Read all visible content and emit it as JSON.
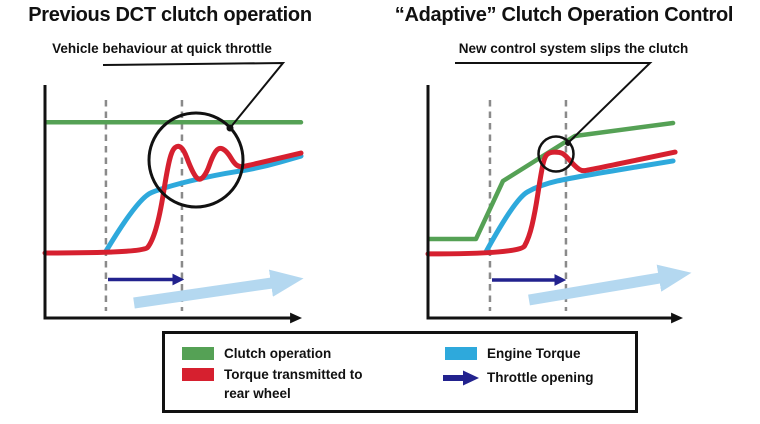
{
  "figure": {
    "background": "#ffffff"
  },
  "panels": [
    {
      "id": "previous-dct",
      "title": "Previous DCT clutch operation",
      "subtitle": "Vehicle behaviour at quick throttle"
    },
    {
      "id": "adaptive",
      "title": "“Adaptive” Clutch Operation Control",
      "subtitle": "New control system slips the clutch"
    }
  ],
  "legend": {
    "items": [
      {
        "id": "clutch-operation",
        "label": "Clutch operation",
        "color": "#55a155",
        "marker": "swatch"
      },
      {
        "id": "torque-rear-wheel",
        "label": "Torque transmitted to rear wheel",
        "color": "#d6202f",
        "marker": "swatch"
      },
      {
        "id": "engine-torque",
        "label": "Engine Torque",
        "color": "#2ea9dc",
        "marker": "swatch"
      },
      {
        "id": "throttle-opening",
        "label": "Throttle opening",
        "color": "#22228e",
        "marker": "arrow"
      }
    ]
  },
  "colors": {
    "clutch_green": "#55a155",
    "torque_red": "#d6202f",
    "engine_blue": "#2ea9dc",
    "throttle_navy": "#22228e",
    "throttle_trend_lightblue": "#b4d8f0",
    "event_line_gray": "#8a8a8a",
    "ink": "#111111"
  },
  "chart_data": [
    {
      "type": "line",
      "panel": "previous-dct",
      "title": "Previous DCT clutch operation",
      "x_axis_label": "",
      "y_axis_label": "",
      "axis_units": "unlabeled conceptual axes, values normalized 0-100",
      "event_lines_x": [
        23.8,
        53.5
      ],
      "series": [
        {
          "id": "clutch-operation",
          "name": "Clutch operation",
          "color": "#55a155",
          "smooth": false,
          "points": [
            [
              0.4,
              84
            ],
            [
              100,
              84
            ]
          ]
        },
        {
          "id": "engine-torque",
          "name": "Engine Torque",
          "color": "#2ea9dc",
          "smooth": true,
          "points": [
            [
              24,
              29
            ],
            [
              36.3,
              51.5
            ],
            [
              46.9,
              56.2
            ],
            [
              66.4,
              61.4
            ],
            [
              84,
              64.4
            ],
            [
              100,
              69.5
            ]
          ]
        },
        {
          "id": "torque-rear-wheel",
          "name": "Torque transmitted to rear wheel",
          "color": "#d6202f",
          "smooth": true,
          "points": [
            [
              0,
              27.9
            ],
            [
              38.3,
              27.9
            ],
            [
              41.8,
              32.6
            ],
            [
              44.9,
              44.2
            ],
            [
              47.7,
              63.5
            ],
            [
              49.6,
              72.1
            ],
            [
              52,
              74.2
            ],
            [
              54.3,
              72.1
            ],
            [
              56.6,
              65.2
            ],
            [
              59,
              60.1
            ],
            [
              60.9,
              59.2
            ],
            [
              63.3,
              62.7
            ],
            [
              65.2,
              68.7
            ],
            [
              67.2,
              72.5
            ],
            [
              69.1,
              73
            ],
            [
              71.5,
              70.8
            ],
            [
              73.8,
              66.5
            ],
            [
              75.8,
              64.8
            ],
            [
              78.5,
              65.2
            ],
            [
              100,
              70.8
            ]
          ]
        }
      ],
      "annotation": "Circle highlights torque oscillation (judder) at quick clutch engagement"
    },
    {
      "type": "line",
      "panel": "adaptive",
      "title": "“Adaptive” Clutch Operation Control",
      "x_axis_label": "",
      "y_axis_label": "",
      "axis_units": "unlabeled conceptual axes, values normalized 0-100",
      "event_lines_x": [
        24.3,
        54.1
      ],
      "series": [
        {
          "id": "clutch-operation",
          "name": "Clutch operation",
          "color": "#55a155",
          "smooth": false,
          "points": [
            [
              0.4,
              33.9
            ],
            [
              18.8,
              33.9
            ],
            [
              29.4,
              58.8
            ],
            [
              57.6,
              78.1
            ],
            [
              96.1,
              83.7
            ]
          ]
        },
        {
          "id": "engine-torque",
          "name": "Engine Torque",
          "color": "#2ea9dc",
          "smooth": true,
          "points": [
            [
              22.7,
              28.3
            ],
            [
              34.1,
              51.1
            ],
            [
              43.9,
              57.1
            ],
            [
              57.6,
              60.5
            ],
            [
              96.1,
              67.4
            ]
          ]
        },
        {
          "id": "torque-rear-wheel",
          "name": "Torque transmitted to rear wheel",
          "color": "#d6202f",
          "smooth": true,
          "points": [
            [
              0,
              27.5
            ],
            [
              36.1,
              27.5
            ],
            [
              39.6,
              34.3
            ],
            [
              42,
              45.5
            ],
            [
              43.9,
              59.2
            ],
            [
              45.5,
              68.7
            ],
            [
              47.5,
              71.2
            ],
            [
              51.8,
              71.2
            ],
            [
              53.7,
              70
            ],
            [
              56.1,
              67
            ],
            [
              58.4,
              64.4
            ],
            [
              60.4,
              63.1
            ],
            [
              63.1,
              63.5
            ],
            [
              96.9,
              71.2
            ]
          ]
        }
      ],
      "annotation": "Small circle highlights the controlled clutch-slip plateau"
    }
  ]
}
